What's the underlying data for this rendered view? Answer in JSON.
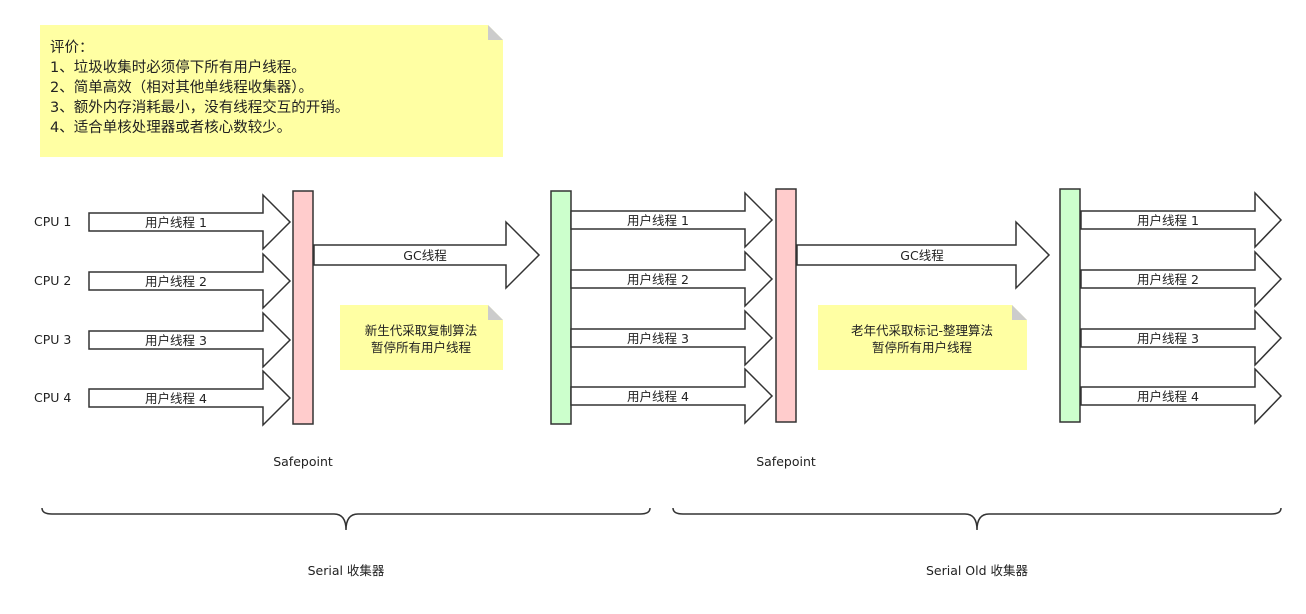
{
  "evaluation_note": {
    "title": "评价：",
    "lines": [
      "1、垃圾收集时必须停下所有用户线程。",
      "2、简单高效（相对其他单线程收集器）。",
      "3、额外内存消耗最小，没有线程交互的开销。",
      "4、适合单核处理器或者核心数较少。"
    ]
  },
  "cpus": [
    "CPU 1",
    "CPU 2",
    "CPU 3",
    "CPU 4"
  ],
  "user_threads": [
    "用户线程 1",
    "用户线程 2",
    "用户线程 3",
    "用户线程 4"
  ],
  "gc_thread_label": "GC线程",
  "safepoint_label": "Safepoint",
  "young_note": [
    "新生代采取复制算法",
    "暂停所有用户线程"
  ],
  "old_note": [
    "老年代采取标记-整理算法",
    "暂停所有用户线程"
  ],
  "collectors": [
    "Serial 收集器",
    "Serial Old 收集器"
  ],
  "colors": {
    "note_fill": "#ffff99",
    "note_fold": "#cccccc",
    "safepoint_bar": "#ffcccc",
    "resume_bar": "#ccffcc",
    "stroke": "#333333"
  }
}
